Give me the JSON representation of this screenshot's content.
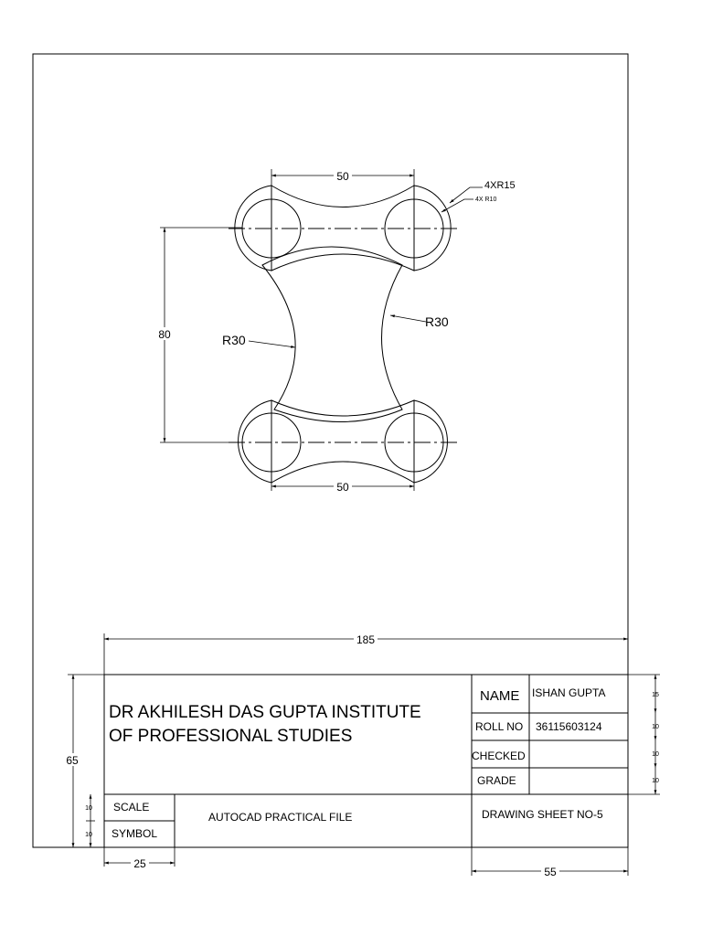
{
  "drawing": {
    "dims": {
      "top_width": "50",
      "bottom_width": "50",
      "height": "80",
      "r30_left": "R30",
      "r30_right": "R30",
      "outer_radius": "4XR15",
      "hole_radius": "4X R10"
    },
    "colors": {
      "green": "#21e01b",
      "purple": "#8b1d90",
      "red": "#d8292f"
    }
  },
  "sheet_dims": {
    "title_width": "185",
    "title_height": "65",
    "left_block_width": "25",
    "right_block_width": "55",
    "row_15": "15",
    "row_10a": "10",
    "row_10b": "10",
    "row_10c": "10",
    "scale_row": "10",
    "symbol_row": "10"
  },
  "title_block": {
    "institute_line1": "DR AKHILESH DAS GUPTA INSTITUTE",
    "institute_line2": "OF PROFESSIONAL STUDIES",
    "name_label": "NAME",
    "name_value": "ISHAN GUPTA",
    "roll_label": "ROLL NO",
    "roll_value": "36115603124",
    "checked_label": "CHECKED",
    "grade_label": "GRADE",
    "scale_label": "SCALE",
    "symbol_label": "SYMBOL",
    "file_title": "AUTOCAD PRACTICAL FILE",
    "sheet_no": "DRAWING SHEET NO-5"
  }
}
